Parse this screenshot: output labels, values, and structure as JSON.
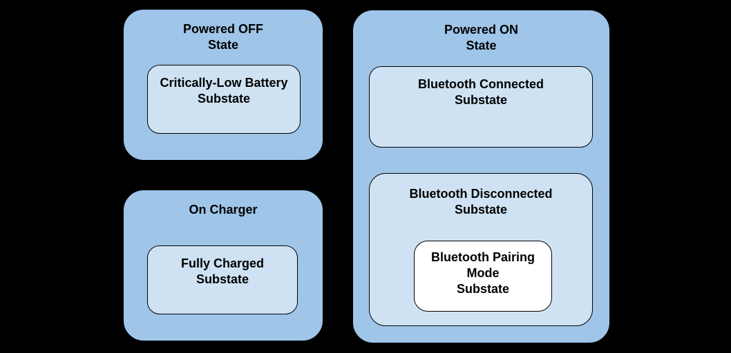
{
  "background_color": "#000000",
  "colors": {
    "state_fill": "#9fc5e8",
    "substate_fill": "#cfe2f3",
    "pairing_fill": "#ffffff",
    "border": "#000000",
    "text": "#000000"
  },
  "diagram": {
    "type": "state-diagram",
    "states": {
      "powered_off": {
        "title": "Powered OFF\nState",
        "substate": "Critically-Low Battery\nSubstate"
      },
      "on_charger": {
        "title": "On Charger",
        "substate": "Fully Charged\nSubstate"
      },
      "powered_on": {
        "title": "Powered ON\nState",
        "connected_substate": "Bluetooth Connected\nSubstate",
        "disconnected_substate": "Bluetooth Disconnected\nSubstate",
        "pairing_substate": "Bluetooth Pairing\nMode\nSubstate"
      }
    }
  }
}
